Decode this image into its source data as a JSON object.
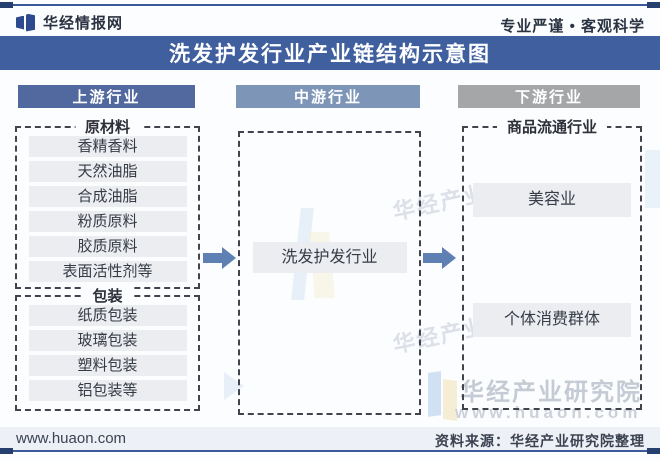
{
  "header": {
    "brand": "华经情报网",
    "tagline": "专业严谨 • 客观科学"
  },
  "title": "洗发护发行业产业链结构示意图",
  "columns": {
    "upstream": "上游行业",
    "midstream": "中游行业",
    "downstream": "下游行业"
  },
  "upstream": {
    "groups": [
      {
        "label": "原材料",
        "items": [
          "香精香料",
          "天然油脂",
          "合成油脂",
          "粉质原料",
          "胶质原料",
          "表面活性剂等"
        ]
      },
      {
        "label": "包装",
        "items": [
          "纸质包装",
          "玻璃包装",
          "塑料包装",
          "铝包装等"
        ]
      }
    ]
  },
  "midstream": {
    "box": "洗发护发行业"
  },
  "downstream": {
    "label": "商品流通行业",
    "items": [
      "美容业",
      "个体消费群体"
    ]
  },
  "footer": {
    "site": "www.huaon.com",
    "source": "资料来源：华经产业研究院整理"
  },
  "watermark": {
    "name": "华经产业研究院",
    "url": "www.huaon.com",
    "diagonal": "华经产业"
  },
  "colors": {
    "title_bar": "#3f5f9f",
    "upstream_header": "#51699e",
    "midstream_header": "#7d95b7",
    "downstream_header": "#a5a6a8",
    "arrow": "#5f80b2",
    "pill_bg": "#ebedf0"
  }
}
